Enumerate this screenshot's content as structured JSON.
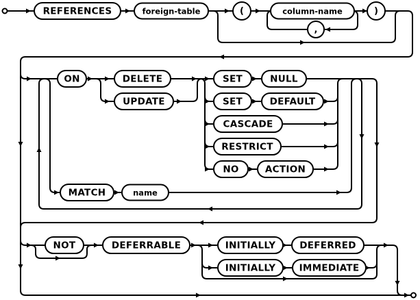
{
  "diagram": {
    "background": "#ffffff",
    "line_color": "#000000",
    "node_fill": "#ffffff",
    "nodes": [
      {
        "id": "references",
        "kind": "keyword",
        "label": "REFERENCES"
      },
      {
        "id": "foreign-table",
        "kind": "nonterminal",
        "label": "foreign-table"
      },
      {
        "id": "open-paren",
        "kind": "punctuation",
        "label": "("
      },
      {
        "id": "column-name",
        "kind": "nonterminal",
        "label": "column-name"
      },
      {
        "id": "comma",
        "kind": "punctuation",
        "label": ","
      },
      {
        "id": "close-paren",
        "kind": "punctuation",
        "label": ")"
      },
      {
        "id": "on",
        "kind": "keyword",
        "label": "ON"
      },
      {
        "id": "delete",
        "kind": "keyword",
        "label": "DELETE"
      },
      {
        "id": "update",
        "kind": "keyword",
        "label": "UPDATE"
      },
      {
        "id": "set-1",
        "kind": "keyword",
        "label": "SET"
      },
      {
        "id": "null",
        "kind": "keyword",
        "label": "NULL"
      },
      {
        "id": "set-2",
        "kind": "keyword",
        "label": "SET"
      },
      {
        "id": "default",
        "kind": "keyword",
        "label": "DEFAULT"
      },
      {
        "id": "cascade",
        "kind": "keyword",
        "label": "CASCADE"
      },
      {
        "id": "restrict",
        "kind": "keyword",
        "label": "RESTRICT"
      },
      {
        "id": "no",
        "kind": "keyword",
        "label": "NO"
      },
      {
        "id": "action",
        "kind": "keyword",
        "label": "ACTION"
      },
      {
        "id": "match",
        "kind": "keyword",
        "label": "MATCH"
      },
      {
        "id": "name",
        "kind": "nonterminal",
        "label": "name"
      },
      {
        "id": "not",
        "kind": "keyword",
        "label": "NOT"
      },
      {
        "id": "deferrable",
        "kind": "keyword",
        "label": "DEFERRABLE"
      },
      {
        "id": "initially-1",
        "kind": "keyword",
        "label": "INITIALLY"
      },
      {
        "id": "deferred",
        "kind": "keyword",
        "label": "DEFERRED"
      },
      {
        "id": "initially-2",
        "kind": "keyword",
        "label": "INITIALLY"
      },
      {
        "id": "immediate",
        "kind": "keyword",
        "label": "IMMEDIATE"
      }
    ]
  }
}
